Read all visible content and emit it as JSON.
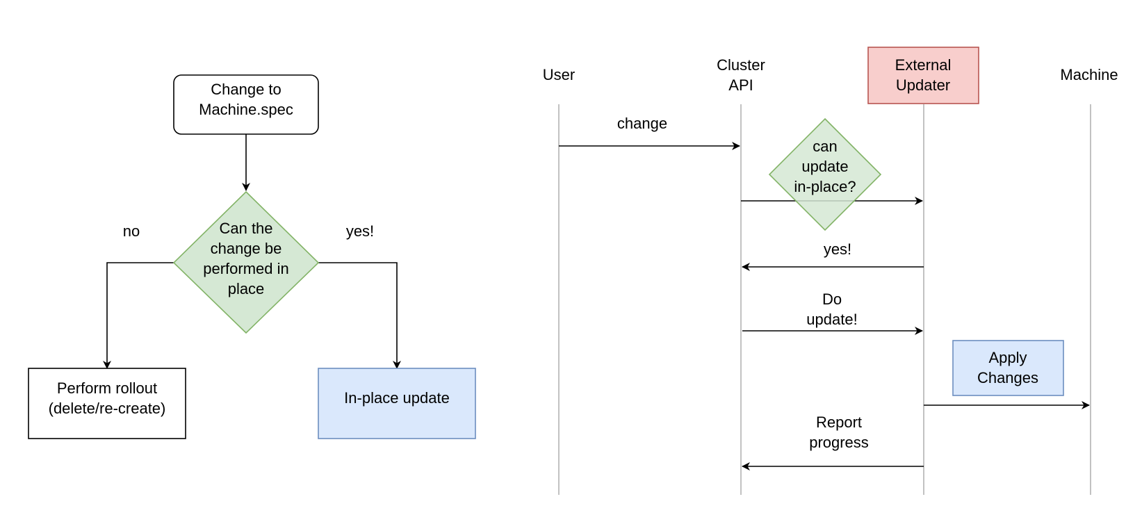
{
  "flowchart": {
    "start": {
      "lines": [
        "Change to",
        "Machine.spec"
      ]
    },
    "decision": {
      "lines": [
        "Can the",
        "change be",
        "performed in",
        "place"
      ]
    },
    "no_label": "no",
    "yes_label": "yes!",
    "rollout": {
      "lines": [
        "Perform rollout",
        "(delete/re-create)"
      ]
    },
    "inplace": {
      "lines": [
        "In-place update"
      ]
    }
  },
  "sequence": {
    "actors": {
      "user": {
        "lines": [
          "User"
        ]
      },
      "cluster_api": {
        "lines": [
          "Cluster",
          "API"
        ]
      },
      "external_updater": {
        "lines": [
          "External",
          "Updater"
        ]
      },
      "machine": {
        "lines": [
          "Machine"
        ]
      }
    },
    "messages": {
      "change": {
        "lines": [
          "change"
        ]
      },
      "can_update": {
        "lines": [
          "can",
          "update",
          "in-place?"
        ]
      },
      "yes": {
        "lines": [
          "yes!"
        ]
      },
      "do_update": {
        "lines": [
          "Do",
          "update!"
        ]
      },
      "apply_changes": {
        "lines": [
          "Apply",
          "Changes"
        ]
      },
      "report_progress": {
        "lines": [
          "Report",
          "progress"
        ]
      }
    }
  },
  "colors": {
    "decision_fill": "#d5e8d4",
    "decision_stroke": "#82b366",
    "inplace_fill": "#dae8fc",
    "inplace_stroke": "#6c8ebf",
    "updater_fill": "#f8cecc",
    "updater_stroke": "#b85450",
    "lifeline": "#b3b3b3"
  }
}
